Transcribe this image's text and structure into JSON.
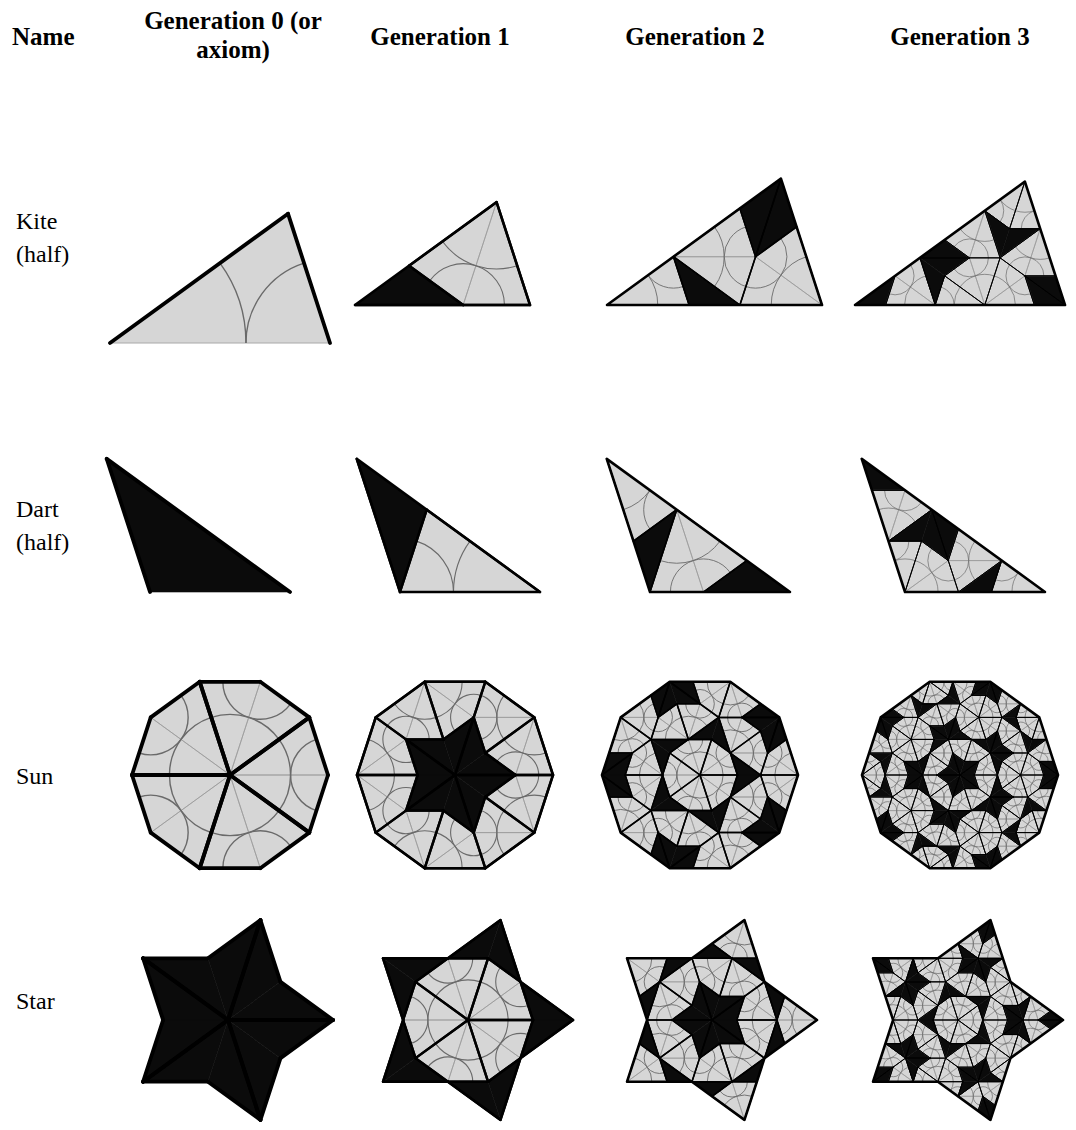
{
  "diagram": {
    "labels": [
      "Name",
      "Generation 0 (or axiom)",
      "Generation 1",
      "Generation 2",
      "Generation 3",
      "Kite (half)",
      "Dart (half)",
      "Sun",
      "Star"
    ]
  }
}
